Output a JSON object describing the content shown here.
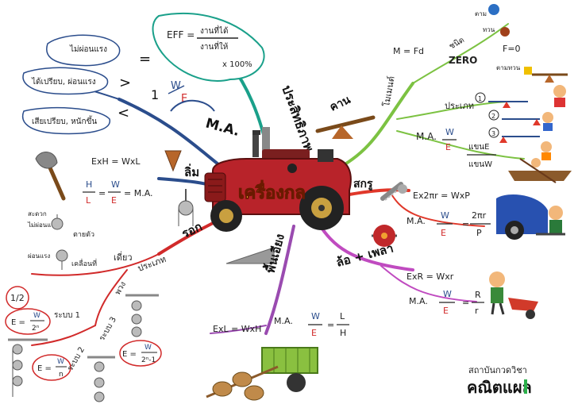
{
  "center": {
    "title": "เครื่องกล"
  },
  "colors": {
    "efficiency": "#1aa08a",
    "inclined": "#9a4bb0",
    "lever": "#7cc242",
    "screw": "#e0382a",
    "wheel": "#c04bc0",
    "wedge": "#6a4a2a",
    "pulley": "#d12a2a",
    "ma": "#2b4d8c"
  },
  "branches": {
    "efficiency": {
      "label": "ประสิทธิภาพ",
      "formula_lhs": "EFF =",
      "formula_num": "งานที่ได้",
      "formula_den": "งานที่ให้",
      "formula_tail": "x 100%"
    },
    "ma": {
      "label": "M.A.",
      "formula_num": "W",
      "formula_den": "E",
      "one": "1",
      "eq": "=",
      "gt": ">",
      "lt": "<",
      "note_equal": "ไม่ผ่อนแรง",
      "note_gt": "ได้เปรียบ, ผ่อนแรง",
      "note_lt": "เสียเปรียบ, หนักขึ้น"
    },
    "lever": {
      "label": "คาน",
      "type_label": "ชนิด",
      "m_eq": "M = Fd",
      "zero": "ZERO",
      "f_zero": "F=0",
      "types_label": "ประเภท",
      "type_numbers": [
        "1",
        "2",
        "3"
      ],
      "fulcrum_word": "โมเมนต์",
      "small_labels": [
        "ตาม",
        "ทวน",
        "ตามทวน"
      ],
      "ma_label": "M.A.",
      "ma_num": "W",
      "ma_den": "E",
      "arm_num": "แขนE",
      "arm_den": "แขนW"
    },
    "screw": {
      "label": "สกรู",
      "formula": "Ex2πr = WxP",
      "ma_label": "M.A.",
      "ma_num": "W",
      "ma_den": "E",
      "ratio_num": "2πr",
      "ratio_den": "P"
    },
    "wheel": {
      "label": "ล้อ + เพลา",
      "formula": "ExR = Wxr",
      "ma_label": "M.A.",
      "ma_num": "W",
      "ma_den": "E",
      "ratio_num": "R",
      "ratio_den": "r"
    },
    "inclined": {
      "label": "พื้นเอียง",
      "formula": "ExL = WxH",
      "ma_label": "M.A.",
      "ma_num": "W",
      "ma_den": "E",
      "ratio_num": "L",
      "ratio_den": "H"
    },
    "wedge": {
      "label": "ลิ่ม",
      "formula": "ExH = WxL",
      "ratio_num": "H",
      "ratio_den": "L",
      "ma_num": "W",
      "ma_den": "E",
      "ma_tail": "= M.A."
    },
    "pulley": {
      "label": "รอก",
      "types_label": "ประเภท",
      "single": "เดี่ยว",
      "fixed": "ตายตัว",
      "movable": "เคลื่อนที่",
      "fixed_note": "ไม่ผ่อนแรง",
      "fixed_note2": "สะดวก",
      "movable_note": "ผ่อนแรง",
      "compound": "พวง",
      "sys1": "ระบบ 1",
      "sys2": "ระบบ 2",
      "sys3": "ระบบ 3",
      "half": "1/2",
      "f1_lhs": "E =",
      "f1_num": "W",
      "f1_den": "2ⁿ",
      "f2_lhs": "E =",
      "f2_num": "W",
      "f2_den": "n",
      "f3_lhs": "E =",
      "f3_num": "W",
      "f3_den": "2ⁿ-1"
    }
  },
  "logo": {
    "line1": "สถาบันกวดวิชา",
    "line2": "คณิตแผล"
  }
}
